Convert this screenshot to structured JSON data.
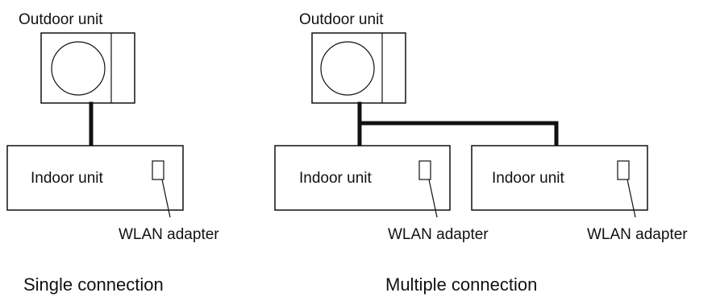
{
  "single": {
    "outdoor_label": "Outdoor unit",
    "indoor_label": "Indoor unit",
    "adapter_label": "WLAN adapter",
    "caption": "Single connection"
  },
  "multiple": {
    "outdoor_label": "Outdoor unit",
    "indoor_left_label": "Indoor unit",
    "indoor_right_label": "Indoor unit",
    "adapter_left_label": "WLAN adapter",
    "adapter_right_label": "WLAN adapter",
    "caption": "Multiple connection"
  }
}
